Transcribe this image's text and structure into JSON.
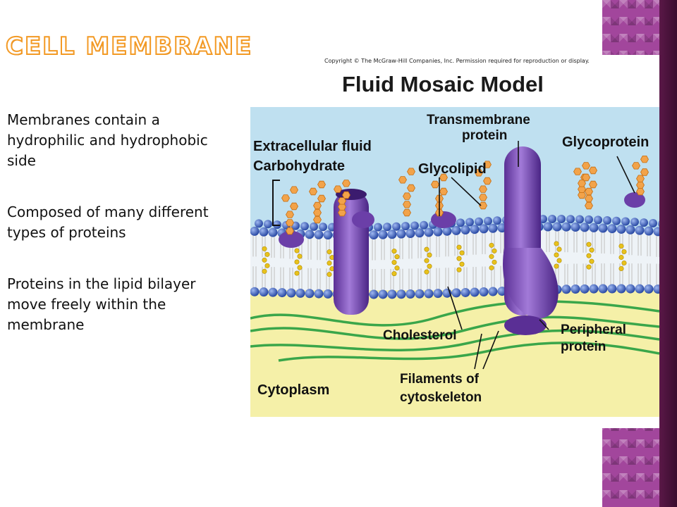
{
  "slide": {
    "title": "Cell Membrane",
    "bullets": [
      "Membranes contain a hydrophilic and hydrophobic side",
      "Composed of many different types of proteins",
      "Proteins in the lipid bilayer move freely within the membrane"
    ]
  },
  "figure": {
    "copyright": "Copyright © The McGraw-Hill Companies, Inc. Permission required for reproduction or display.",
    "title": "Fluid Mosaic Model",
    "labels": {
      "extracellular": "Extracellular fluid",
      "carbohydrate": "Carbohydrate",
      "glycolipid": "Glycolipid",
      "transmembrane_1": "Transmembrane",
      "transmembrane_2": "protein",
      "glycoprotein": "Glycoprotein",
      "cholesterol": "Cholesterol",
      "peripheral_1": "Peripheral",
      "peripheral_2": "protein",
      "filaments_1": "Filaments of",
      "filaments_2": "cytoskeleton",
      "cytoplasm": "Cytoplasm"
    }
  },
  "colors": {
    "accent_orange": "#f39a25",
    "strip_purple": "#a2469c",
    "sky": "#bfe0f0",
    "cytoplasm": "#f5f0a8",
    "head_blue": "#3d5fb8",
    "protein_purple": "#7c4fb5",
    "filament_green": "#3aa64a"
  }
}
